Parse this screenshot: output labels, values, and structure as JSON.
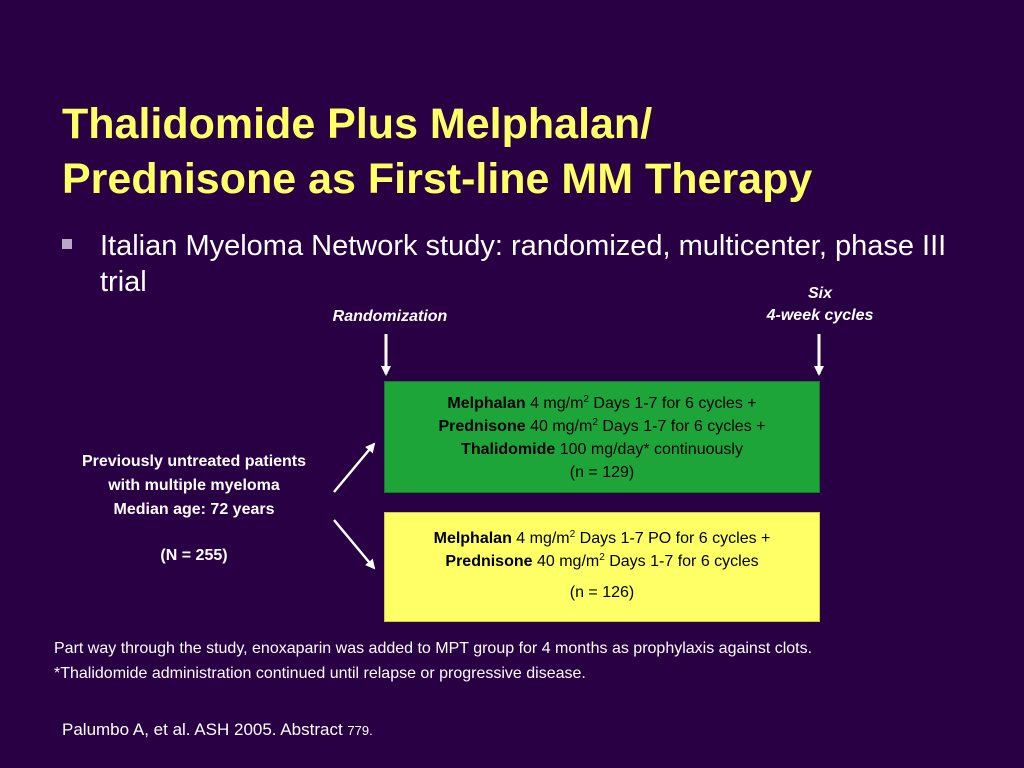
{
  "title": {
    "line1": "Thalidomide Plus Melphalan/",
    "line2": "Prednisone as First-line MM Therapy"
  },
  "bullet": {
    "text": "Italian Myeloma Network study: randomized, multicenter, phase III trial"
  },
  "labels": {
    "randomization": "Randomization",
    "cycles_line1": "Six",
    "cycles_line2": "4-week cycles"
  },
  "patients": {
    "line1": "Previously untreated patients",
    "line2": "with multiple myeloma",
    "line3": "Median age: 72 years",
    "total": "(N = 255)"
  },
  "arm_mpt": {
    "drug1": "Melphalan",
    "dose1_pre": " 4 mg/m",
    "dose1_sup": "2",
    "dose1_post": " Days 1-7 for 6 cycles +",
    "drug2": "Prednisone",
    "dose2_pre": " 40 mg/m",
    "dose2_sup": "2",
    "dose2_post": " Days 1-7 for 6 cycles +",
    "drug3": "Thalidomide",
    "dose3": " 100 mg/day* continuously",
    "n": "(n = 129)"
  },
  "arm_mp": {
    "drug1": "Melphalan",
    "dose1_pre": " 4 mg/m",
    "dose1_sup": "2",
    "dose1_post": " Days 1-7 PO for 6 cycles +",
    "drug2": "Prednisone",
    "dose2_pre": " 40 mg/m",
    "dose2_sup": "2",
    "dose2_post": " Days 1-7 for 6 cycles",
    "n": "(n = 126)"
  },
  "footnotes": {
    "line1": "Part way through the study, enoxaparin was added to MPT group for 4 months as prophylaxis against clots.",
    "line2": "*Thalidomide administration continued until relapse or progressive disease."
  },
  "citation": {
    "text": "Palumbo A, et al. ASH 2005. Abstract ",
    "number": "779."
  },
  "colors": {
    "background": "#2a0045",
    "title": "#ffff66",
    "mpt_box": "#1ea53a",
    "mp_box": "#ffff66"
  }
}
